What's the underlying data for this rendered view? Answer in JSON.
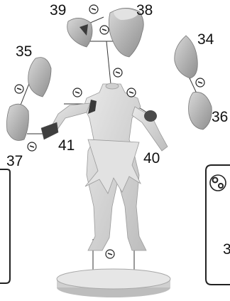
{
  "diagram": {
    "callouts": [
      {
        "id": "38",
        "label": "38"
      },
      {
        "id": "39",
        "label": "39"
      },
      {
        "id": "34",
        "label": "34"
      },
      {
        "id": "35",
        "label": "35"
      },
      {
        "id": "36",
        "label": "36"
      },
      {
        "id": "37",
        "label": "37"
      },
      {
        "id": "40",
        "label": "40"
      },
      {
        "id": "41",
        "label": "41"
      }
    ],
    "right_frame_partial_text": "3",
    "icons": {
      "attach": "magnet-clip-icon",
      "settings": "gears-icon"
    }
  }
}
